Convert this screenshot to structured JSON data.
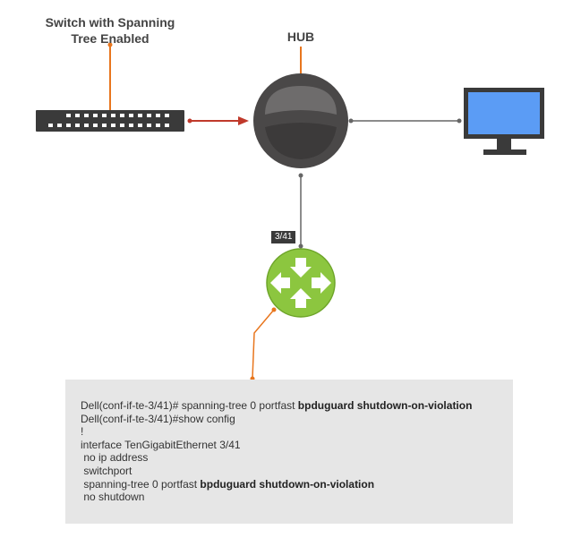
{
  "labels": {
    "switch_line1": "Switch with Spanning",
    "switch_line2": "Tree Enabled",
    "hub": "HUB",
    "port": "3/41"
  },
  "config": {
    "lines": [
      {
        "text": "Dell(conf-if-te-3/41)# spanning-tree 0 portfast ",
        "bold": "bpduguard shutdown-on-violation"
      },
      {
        "text": "Dell(conf-if-te-3/41)#show config",
        "bold": ""
      },
      {
        "text": "!",
        "bold": ""
      },
      {
        "text": "interface TenGigabitEthernet 3/41",
        "bold": ""
      },
      {
        "text": " no ip address",
        "bold": ""
      },
      {
        "text": " switchport",
        "bold": ""
      },
      {
        "text": " spanning-tree 0 portfast ",
        "bold": "bpduguard shutdown-on-violation"
      },
      {
        "text": " no shutdown",
        "bold": ""
      }
    ]
  },
  "colors": {
    "accent_orange": "#e8761e",
    "arrow_red": "#c0392b",
    "hub_dark": "#4a4848",
    "router_green": "#8cc63f",
    "monitor_screen": "#5b9cf5",
    "config_bg": "#e6e6e6"
  },
  "icons": {
    "switch": "network-switch-icon",
    "hub": "hub-icon",
    "monitor": "computer-monitor-icon",
    "router": "router-icon"
  }
}
